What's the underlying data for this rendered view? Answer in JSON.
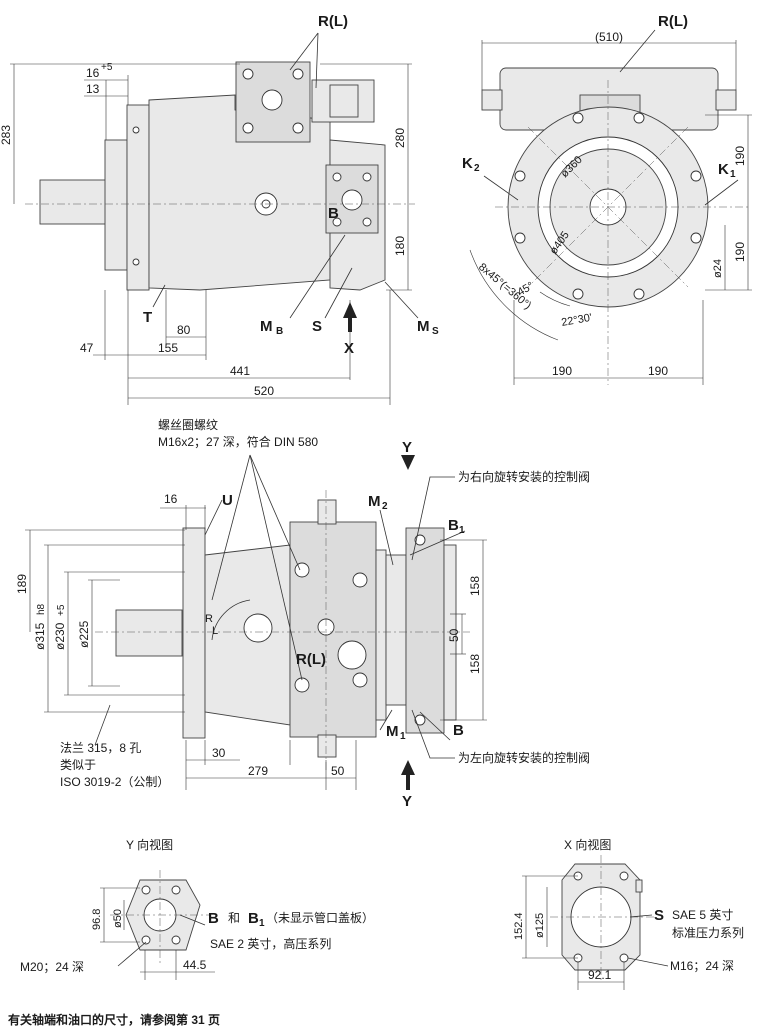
{
  "front_view": {
    "labels": {
      "r_l": "R(L)",
      "mb": "M",
      "mb_sub": "B",
      "s": "S",
      "ms": "M",
      "ms_sub": "S",
      "x": "X",
      "t": "T",
      "b": "B"
    },
    "dims": {
      "d_16": "16",
      "d_16_tol": "+5",
      "d_13": "13",
      "d_283": "283",
      "d_280": "280",
      "d_180": "180",
      "d_80": "80",
      "d_47": "47",
      "d_155": "155",
      "d_441": "441",
      "d_520": "520"
    }
  },
  "end_view": {
    "labels": {
      "r_l": "R(L)",
      "k2": "K",
      "k2_sub": "2",
      "k1": "K",
      "k1_sub": "1"
    },
    "dims": {
      "d_510": "(510)",
      "d_360": "ø360",
      "d_405": "ø405",
      "d_190_upper": "190",
      "d_190_lower": "190",
      "d_24": "ø24",
      "d_45": "45°",
      "d_8x45": "8x45°(=360°)",
      "d_22": "22°30'",
      "d_190_left": "190",
      "d_190_right": "190"
    }
  },
  "side_view": {
    "labels": {
      "y_top": "Y",
      "y_bottom": "Y",
      "u": "U",
      "m2": "M",
      "m2_sub": "2",
      "b1": "B",
      "b1_sub": "1",
      "r_l": "R(L)",
      "m1": "M",
      "m1_sub": "1",
      "b": "B",
      "l": "L",
      "r": "R"
    },
    "notes": {
      "thread_title": "螺丝圈螺纹",
      "thread_spec": "M16x2；27 深，符合 DIN 580",
      "valve_right": "为右向旋转安装的控制阀",
      "valve_left": "为左向旋转安装的控制阀",
      "flange_1": "法兰 315，8 孔",
      "flange_2": "类似于",
      "flange_3": "ISO 3019-2（公制）"
    },
    "dims": {
      "d_16": "16",
      "d_189": "189",
      "d_315": "ø315",
      "d_315_tol": "h8",
      "d_230": "ø230",
      "d_230_tol": "+5",
      "d_225": "ø225",
      "d_158_upper": "158",
      "d_50_right": "50",
      "d_158_lower": "158",
      "d_30": "30",
      "d_279": "279",
      "d_50_bottom": "50"
    }
  },
  "y_view": {
    "title": "Y 向视图",
    "label_b": "B",
    "label_and": "和",
    "label_b1": "B",
    "label_b1_sub": "1",
    "note_cover": "（未显示管口盖板）",
    "note_sae": "SAE 2 英寸，高压系列",
    "note_thread": "M20；24 深",
    "dims": {
      "d_96_8": "96.8",
      "d_50": "ø50",
      "d_44_5": "44.5"
    }
  },
  "x_view": {
    "title": "X 向视图",
    "label_s": "S",
    "note_sae": "SAE 5 英寸",
    "note_series": "标准压力系列",
    "note_thread": "M16；24 深",
    "dims": {
      "d_152_4": "152.4",
      "d_125": "ø125",
      "d_92_1": "92.1"
    }
  },
  "footer_note": "有关轴端和油口的尺寸，请参阅第 31 页"
}
